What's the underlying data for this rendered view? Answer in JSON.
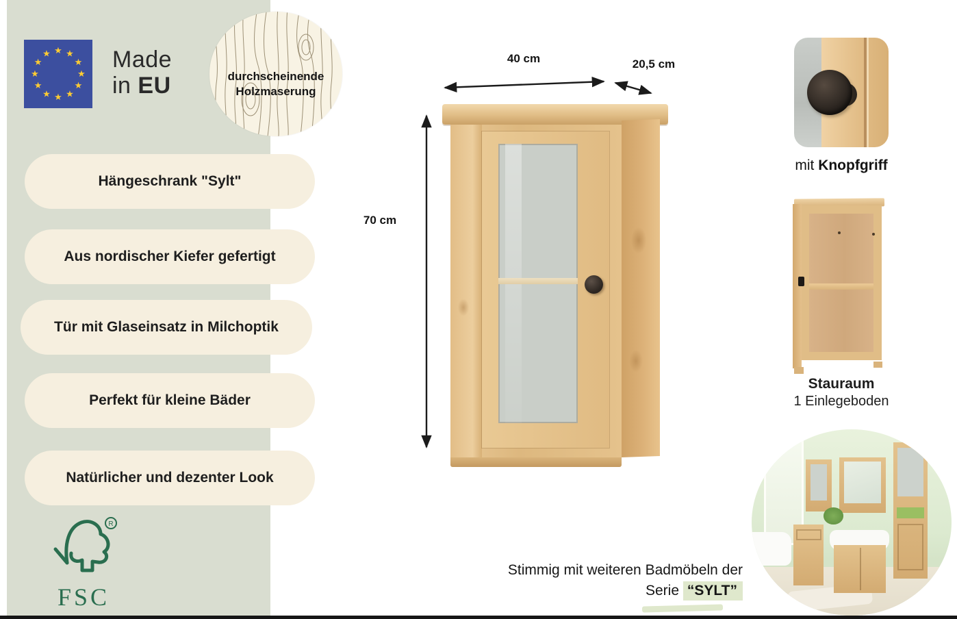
{
  "badges": {
    "made_in_eu": {
      "word1": "Made",
      "word2": "in",
      "word3": "EU"
    },
    "wood_circle": {
      "line1": "durchscheinende",
      "line2": "Holzmaserung"
    },
    "fsc": {
      "label": "FSC",
      "registered": "®"
    }
  },
  "features": [
    "Hängeschrank \"Sylt\"",
    "Aus nordischer Kiefer gefertigt",
    "Tür mit Glaseinsatz in Milchoptik",
    "Perfekt für kleine Bäder",
    "Natürlicher und dezenter Look"
  ],
  "dimensions": {
    "width_label": "40 cm",
    "depth_label": "20,5 cm",
    "height_label": "70 cm"
  },
  "details": {
    "knob": {
      "prefix": "mit",
      "bold": "Knopfgriff"
    },
    "storage": {
      "title": "Stauraum",
      "subtitle": "1 Einlegeboden"
    }
  },
  "series_note": {
    "line1": "Stimmig mit weiteren Badmöbeln der",
    "line2_prefix": "Serie",
    "highlight": "“SYLT”"
  },
  "icons": {
    "eu_star": "★"
  },
  "colors": {
    "sidebar_bg": "#d9ddd0",
    "pill_bg": "#f6efdf",
    "eu_blue": "#3c4f9f",
    "star_gold": "#ffcc33",
    "fsc_green": "#2a6e4f",
    "wood": "#e2be8c",
    "wood_dark": "#d3ab72",
    "frosted_glass": "#c9cec8",
    "highlight_green": "#dfe8cc",
    "text": "#1d1d1d"
  }
}
